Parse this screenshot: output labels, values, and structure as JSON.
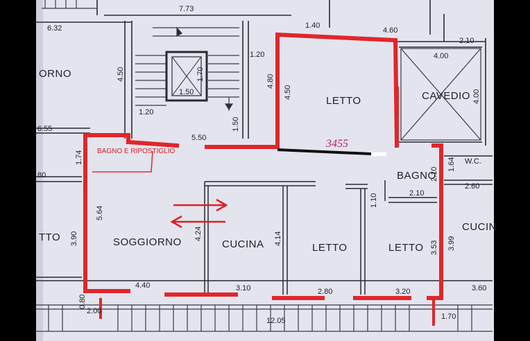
{
  "rooms": {
    "letto_top": "LETTO",
    "cavedio": "CAVEDIO",
    "bagno": "BAGNO",
    "wc": "W.C.",
    "soggiorno": "SOGGIORNO",
    "cucina": "CUCINA",
    "letto_mid": "LETTO",
    "letto_right": "LETTO",
    "cucina_right": "CUCIN",
    "giorno_left": "ORNO",
    "tto_left": "TTO"
  },
  "notes": {
    "bagno_ripostiglio": "BAGNO E RIPOSTIGLIO",
    "handwritten": "3455"
  },
  "dimensions": {
    "d_7_73": "7.73",
    "d_6_32": "6.32",
    "d_1_40": "1.40",
    "d_4_60": "4.60",
    "d_2_10_top": "2.10",
    "d_4_00": "4.00",
    "d_4_50_stair": "4.50",
    "d_1_70": "1.70",
    "d_1_50_lift": "1.50",
    "d_1_20_a": "1.20",
    "d_1_20_b": "1.20",
    "d_4_80": "4.80",
    "d_4_50_letto": "4.50",
    "d_4_00_cav": "4.00",
    "d_1_50_v": "1.50",
    "d_5_50": "5.50",
    "d_6_55": "6.55",
    "d_1_74": "1.74",
    "d_5_64": "5.64",
    "d_3_90": "3.90",
    "d_4_24": "4.24",
    "d_4_14": "4.14",
    "d_1_10": "1.10",
    "d_2_10_bagno": "2.10",
    "d_2_10_bagno_v": "2.10",
    "d_1_64": "1.64",
    "d_2_60": "2.60",
    "d_3_53": "3.53",
    "d_3_99": "3.99",
    "d_4_40": "4.40",
    "d_3_10": "3.10",
    "d_2_80": "2.80",
    "d_3_20": "3.20",
    "d_3_60": "3.60",
    "d_0_80": "0.80",
    "d_2_00": "2.00",
    "d_12_05": "12.05",
    "d_1_70_bottom": "1.70",
    "d_80_left": "80"
  },
  "colors": {
    "paper": "#e3e4ee",
    "ink": "#2a2a33",
    "red_wall": "#e0262b"
  }
}
